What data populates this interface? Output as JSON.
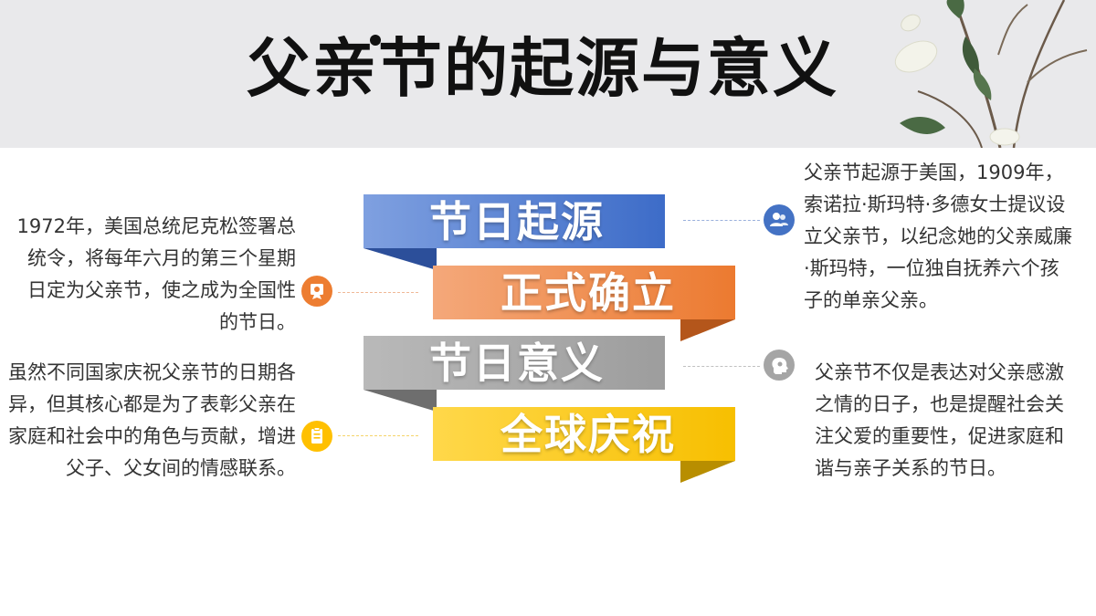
{
  "header": {
    "title": "父亲节的起源与意义"
  },
  "ribbons": [
    {
      "label": "节日起源",
      "color": "#4472c4"
    },
    {
      "label": "正式确立",
      "color": "#ed7d31"
    },
    {
      "label": "节日意义",
      "color": "#a5a5a5"
    },
    {
      "label": "全球庆祝",
      "color": "#ffc000"
    }
  ],
  "paragraphs": {
    "origin": "父亲节起源于美国，1909年，索诺拉·斯玛特·多德女士提议设立父亲节，以纪念她的父亲威廉·斯玛特，一位独自抚养六个孩子的单亲父亲。",
    "establish": "1972年，美国总统尼克松签署总统令，将每年六月的第三个星期日定为父亲节，使之成为全国性的节日。",
    "meaning": "父亲节不仅是表达对父亲感激之情的日子，也是提醒社会关注父爱的重要性，促进家庭和谐与亲子关系的节日。",
    "global": "虽然不同国家庆祝父亲节的日期各异，但其核心都是为了表彰父亲在家庭和社会中的角色与贡献，增进父子、父女间的情感联系。"
  },
  "icons": {
    "origin": "users-icon",
    "establish": "certificate-icon",
    "meaning": "head-idea-icon",
    "global": "clipboard-icon"
  }
}
